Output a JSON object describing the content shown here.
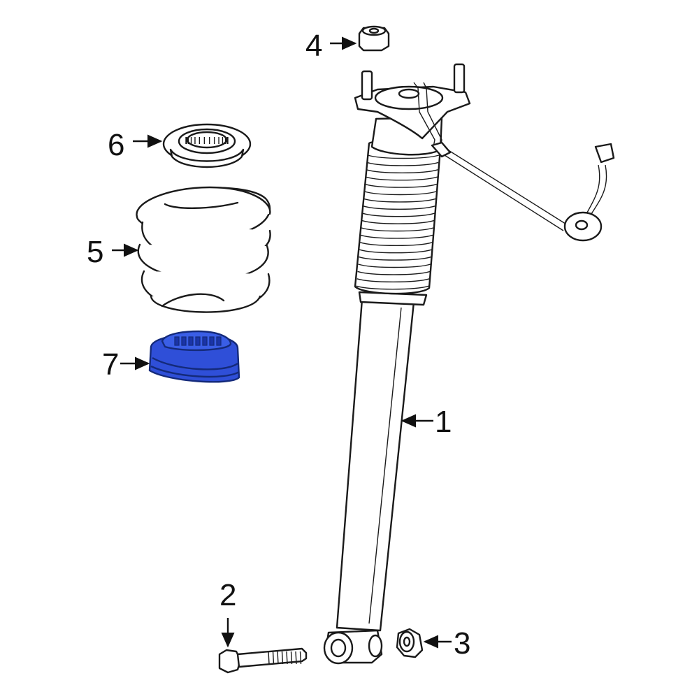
{
  "callouts": [
    "1",
    "2",
    "3",
    "4",
    "5",
    "6",
    "7"
  ],
  "colors": {
    "line": "#1a1a1a",
    "highlight": "#2f4fd8",
    "highlight_dark": "#1a34a8",
    "background": "#ffffff"
  }
}
